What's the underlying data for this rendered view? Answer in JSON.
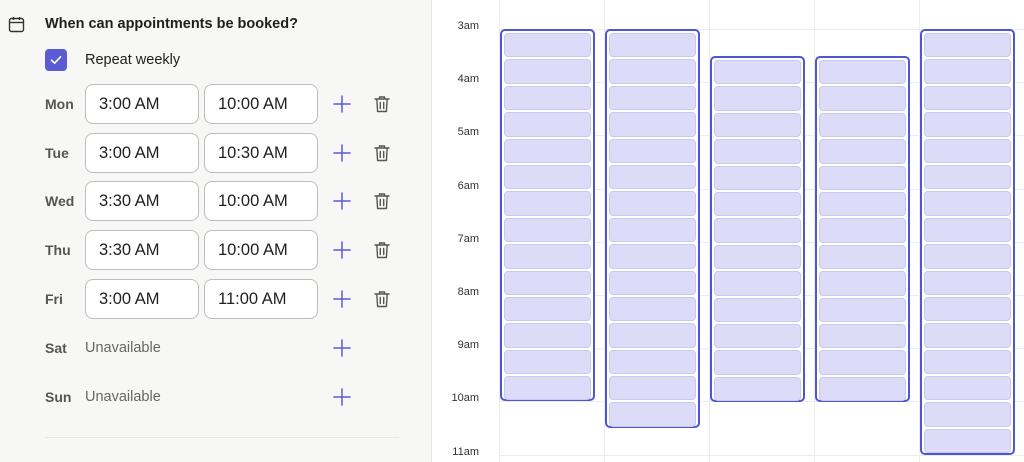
{
  "availability": {
    "title": "When can appointments be booked?",
    "title_icon": "calendar-icon",
    "repeat_weekly": {
      "label": "Repeat weekly",
      "checked": true
    },
    "days": [
      {
        "day": "Mon",
        "available": true,
        "start": "3:00 AM",
        "end": "10:00 AM"
      },
      {
        "day": "Tue",
        "available": true,
        "start": "3:00 AM",
        "end": "10:30 AM"
      },
      {
        "day": "Wed",
        "available": true,
        "start": "3:30 AM",
        "end": "10:00 AM"
      },
      {
        "day": "Thu",
        "available": true,
        "start": "3:30 AM",
        "end": "10:00 AM"
      },
      {
        "day": "Fri",
        "available": true,
        "start": "3:00 AM",
        "end": "11:00 AM"
      },
      {
        "day": "Sat",
        "available": false,
        "unavailable_text": "Unavailable"
      },
      {
        "day": "Sun",
        "available": false,
        "unavailable_text": "Unavailable"
      }
    ],
    "add_icon": "plus-icon",
    "delete_icon": "trash-icon"
  },
  "calendar": {
    "hours": [
      "3am",
      "4am",
      "5am",
      "6am",
      "7am",
      "8am",
      "9am",
      "10am",
      "11am"
    ],
    "blocks": [
      {
        "day": "Mon",
        "start_hour": 3.0,
        "end_hour": 10.0
      },
      {
        "day": "Tue",
        "start_hour": 3.0,
        "end_hour": 10.5
      },
      {
        "day": "Wed",
        "start_hour": 3.5,
        "end_hour": 10.0
      },
      {
        "day": "Thu",
        "start_hour": 3.5,
        "end_hour": 10.0
      },
      {
        "day": "Fri",
        "start_hour": 3.0,
        "end_hour": 11.0
      }
    ]
  },
  "colors": {
    "accent": "#5b5bd6",
    "block_border": "#5056d3",
    "slot_fill": "#dcdcf8",
    "panel_bg": "#f7f7f6"
  }
}
